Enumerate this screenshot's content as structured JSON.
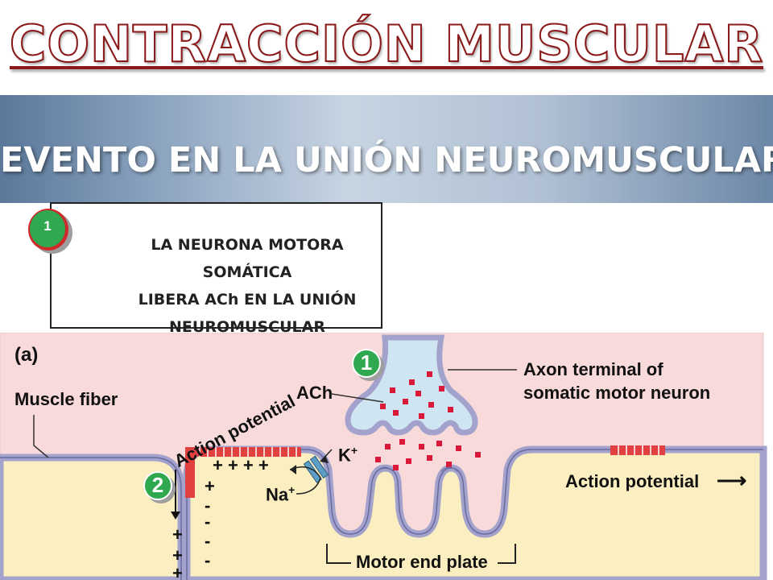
{
  "title": "CONTRACCIÓN MUSCULAR",
  "banner": {
    "text": "EVENTO EN LA UNIÓN NEUROMUSCULAR"
  },
  "step": {
    "number": "1",
    "lines": [
      "LA NEURONA MOTORA SOMÁTICA",
      "LIBERA ACh EN LA UNIÓN",
      "NEUROMUSCULAR"
    ]
  },
  "figure": {
    "panel": "(a)",
    "labels": {
      "muscle_fiber": "Muscle fiber",
      "action_potential_left": "Action potential",
      "ach": "ACh",
      "axon_line1": "Axon terminal of",
      "axon_line2": "somatic motor neuron",
      "k": "K",
      "k_sup": "+",
      "na": "Na",
      "na_sup": "+",
      "action_potential_right": "Action potential",
      "right_arrow": "⟶",
      "motor_end_plate": "Motor end plate",
      "step1": "1",
      "step2": "2"
    },
    "colors": {
      "background_pink": "#f9dada",
      "cytoplasm": "#fbeec0",
      "membrane": "#a2a2cc",
      "badge_green": "#2fa84f",
      "ach_red": "#d9183a"
    }
  }
}
